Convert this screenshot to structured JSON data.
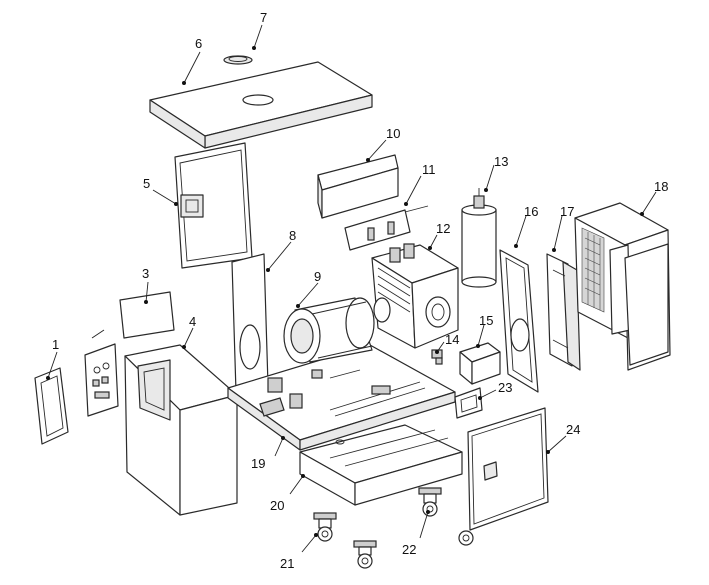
{
  "diagram": {
    "callouts": [
      {
        "id": "1",
        "label": "1"
      },
      {
        "id": "3",
        "label": "3"
      },
      {
        "id": "4",
        "label": "4"
      },
      {
        "id": "5",
        "label": "5"
      },
      {
        "id": "6",
        "label": "6"
      },
      {
        "id": "7",
        "label": "7"
      },
      {
        "id": "8",
        "label": "8"
      },
      {
        "id": "9",
        "label": "9"
      },
      {
        "id": "10",
        "label": "10"
      },
      {
        "id": "11",
        "label": "11"
      },
      {
        "id": "12",
        "label": "12"
      },
      {
        "id": "13",
        "label": "13"
      },
      {
        "id": "14",
        "label": "14"
      },
      {
        "id": "15",
        "label": "15"
      },
      {
        "id": "16",
        "label": "16"
      },
      {
        "id": "17",
        "label": "17"
      },
      {
        "id": "18",
        "label": "18"
      },
      {
        "id": "19",
        "label": "19"
      },
      {
        "id": "20",
        "label": "20"
      },
      {
        "id": "21",
        "label": "21"
      },
      {
        "id": "22",
        "label": "22"
      },
      {
        "id": "23",
        "label": "23"
      },
      {
        "id": "24",
        "label": "24"
      }
    ]
  }
}
